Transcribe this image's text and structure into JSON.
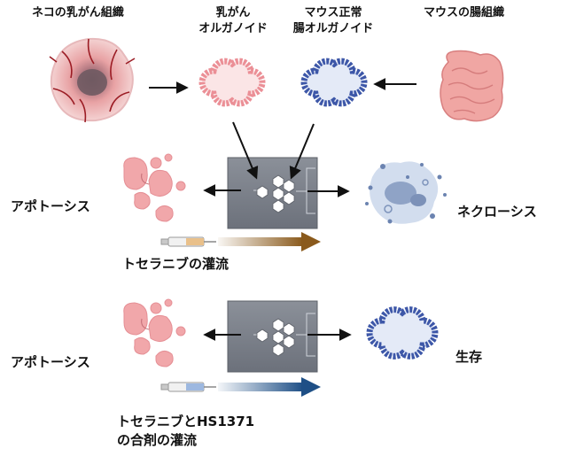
{
  "sources": {
    "cat_tissue": "ネコの乳がん組織",
    "tumor_organoid_l1": "乳がん",
    "tumor_organoid_l2": "オルガノイド",
    "normal_organoid_l1": "マウス正常",
    "normal_organoid_l2": "腸オルガノイド",
    "mouse_tissue": "マウスの腸組織"
  },
  "panel_top": {
    "left_outcome": "アポトーシス",
    "right_outcome": "ネクローシス",
    "perfusion_label": "トセラニブの灌流"
  },
  "panel_bottom": {
    "left_outcome": "アポトーシス",
    "right_outcome": "生存",
    "perfusion_label_l1": "トセラニブとHS1371",
    "perfusion_label_l2": "の合剤の灌流"
  },
  "colors": {
    "tumor_pink": "#f2a4a8",
    "normal_blue": "#3d57a8",
    "chip_gray": "#7a7f8a",
    "brown_arrow": "#8a5a1c",
    "blue_arrow": "#1e4f86"
  },
  "icons": [
    "cat-tumor-tissue",
    "tumor-organoid",
    "normal-organoid",
    "mouse-intestine",
    "microfluidic-chip",
    "syringe",
    "apoptotic-cells",
    "necrotic-cells"
  ]
}
